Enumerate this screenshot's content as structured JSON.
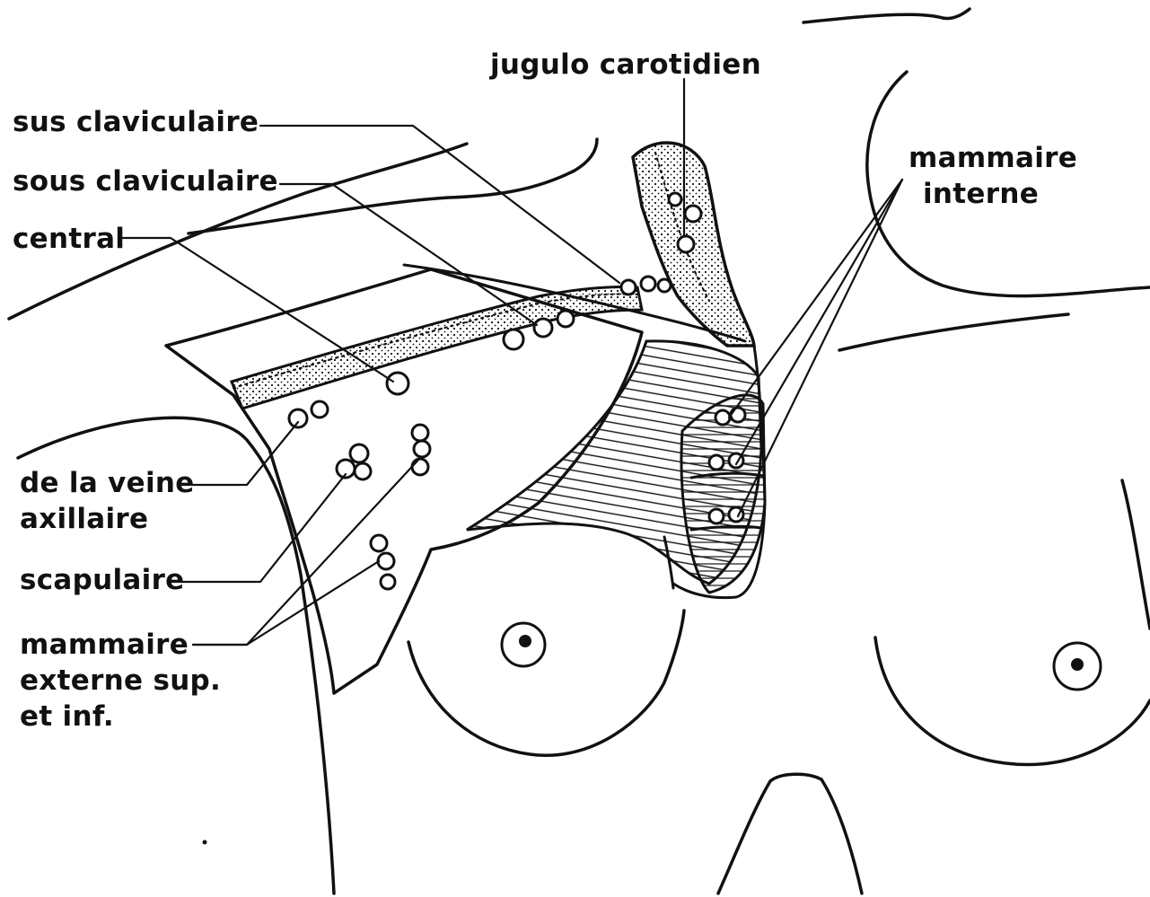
{
  "labels": {
    "jugulo_carotidien": "jugulo carotidien",
    "sus_claviculaire": "sus claviculaire",
    "sous_claviculaire": "sous claviculaire",
    "central": "central",
    "mammaire_interne": [
      "mammaire",
      "interne"
    ],
    "veine_axillaire": [
      "de la veine",
      "axillaire"
    ],
    "scapulaire": "scapulaire",
    "mammaire_externe": [
      "mammaire",
      "externe  sup.",
      "et inf."
    ]
  },
  "colors": {
    "ink": "#111111",
    "paper": "#ffffff"
  }
}
